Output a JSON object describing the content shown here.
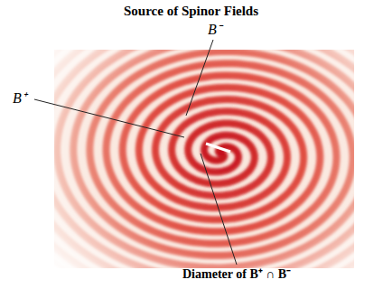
{
  "diagram": {
    "title": "Source of Spinor Fields",
    "labels": [
      "B⁻",
      "B⁺",
      "Diameter of B⁺ ∩ B⁻"
    ]
  }
}
